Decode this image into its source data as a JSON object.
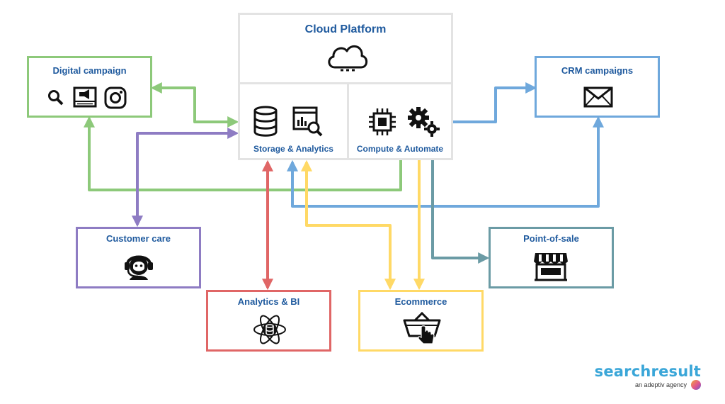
{
  "cloud": {
    "title": "Cloud Platform",
    "storage_label": "Storage & Analytics",
    "compute_label": "Compute & Automate"
  },
  "nodes": {
    "digital": {
      "label": "Digital campaign",
      "color": "#8dc97a"
    },
    "crm": {
      "label": "CRM campaigns",
      "color": "#6fa8dc"
    },
    "customer_care": {
      "label": "Customer care",
      "color": "#8e7cc3"
    },
    "pos": {
      "label": "Point-of-sale",
      "color": "#6b9ba5"
    },
    "analytics_bi": {
      "label": "Analytics & BI",
      "color": "#e06666"
    },
    "ecommerce": {
      "label": "Ecommerce",
      "color": "#ffd966"
    }
  },
  "brand": {
    "name": "searchresult",
    "tagline": "an adeptiv agency"
  },
  "colors": {
    "title_text": "#1f5a9e",
    "cloud_border": "#e3e3e3",
    "brand": "#3aa6d8"
  }
}
